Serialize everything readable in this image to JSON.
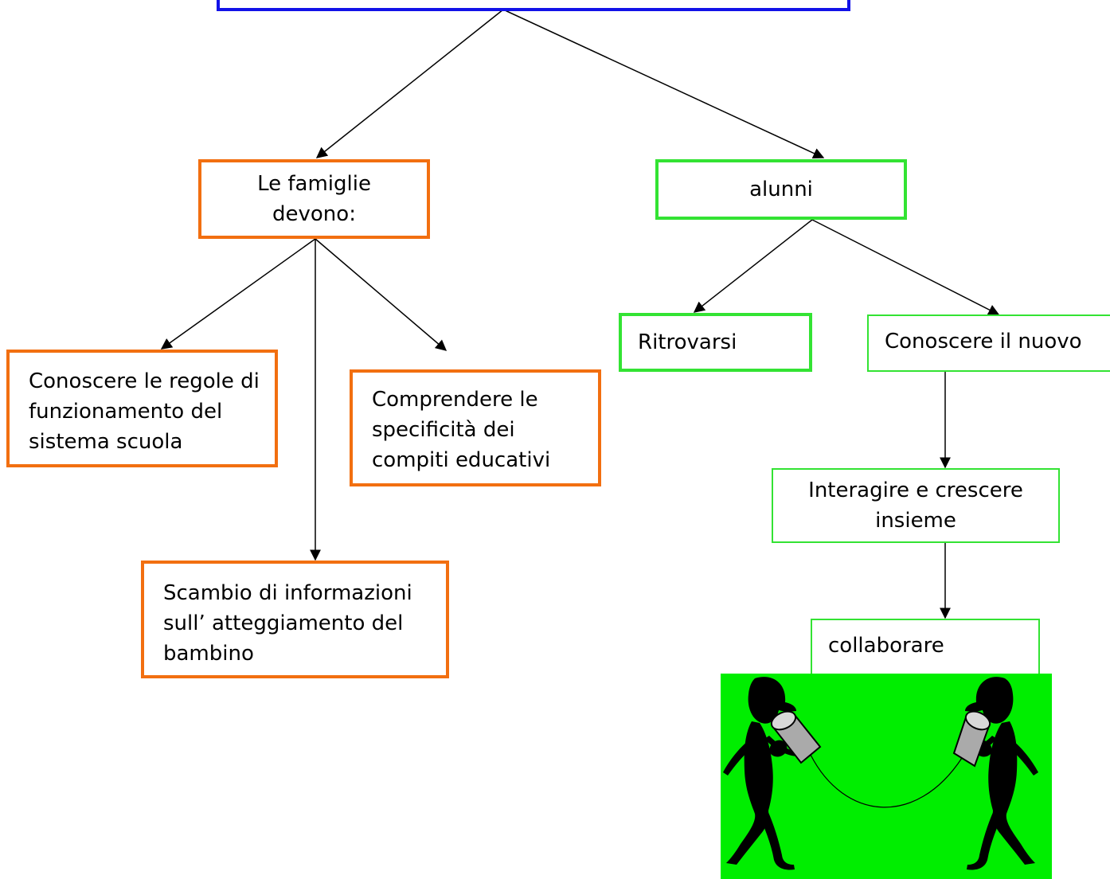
{
  "colors": {
    "orange_border": "#f26f10",
    "green_border": "#33e333",
    "blue_border": "#1212e8",
    "illustration_background": "#00ee00"
  },
  "nodes": {
    "families": "Le famiglie devono:",
    "students": "alunni",
    "rules": "Conoscere le regole di funzionamento del sistema scuola",
    "specifics": "Comprendere le specificità dei compiti educativi",
    "exchange": "Scambio di informazioni sull’ atteggiamento del bambino",
    "reunite": "Ritrovarsi",
    "discover": "Conoscere il nuovo",
    "interact": "Interagire e crescere insieme",
    "collaborate": "collaborare"
  },
  "illustration": {
    "icon": "two-people-tin-can-telephone"
  }
}
